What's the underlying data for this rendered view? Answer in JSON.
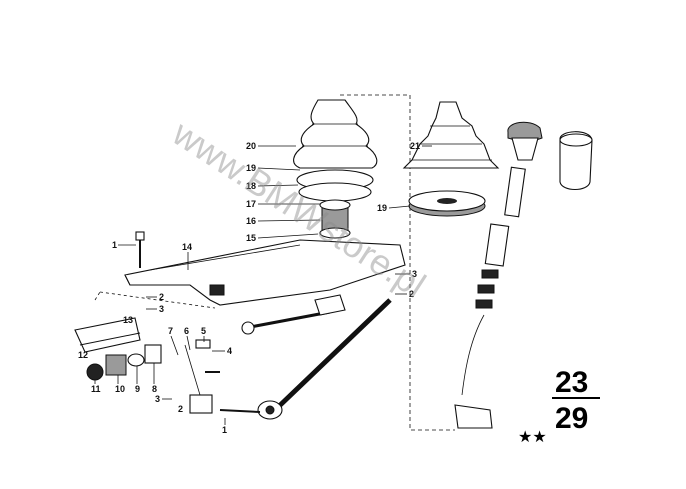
{
  "watermark": "www.BMWstore.pl",
  "page_number_top": "23",
  "page_number_bottom": "29",
  "rating": "★★",
  "callouts": {
    "c1a": "1",
    "c1b": "1",
    "c2a": "2",
    "c2b": "2",
    "c2c": "2",
    "c3a": "3",
    "c3b": "3",
    "c3c": "3",
    "c4": "4",
    "c5": "5",
    "c6": "6",
    "c7": "7",
    "c8": "8",
    "c9": "9",
    "c10": "10",
    "c11": "11",
    "c12": "12",
    "c13": "13",
    "c14": "14",
    "c15": "15",
    "c16": "16",
    "c17": "17",
    "c18": "18",
    "c19a": "19",
    "c19b": "19",
    "c20": "20",
    "c21": "21"
  }
}
